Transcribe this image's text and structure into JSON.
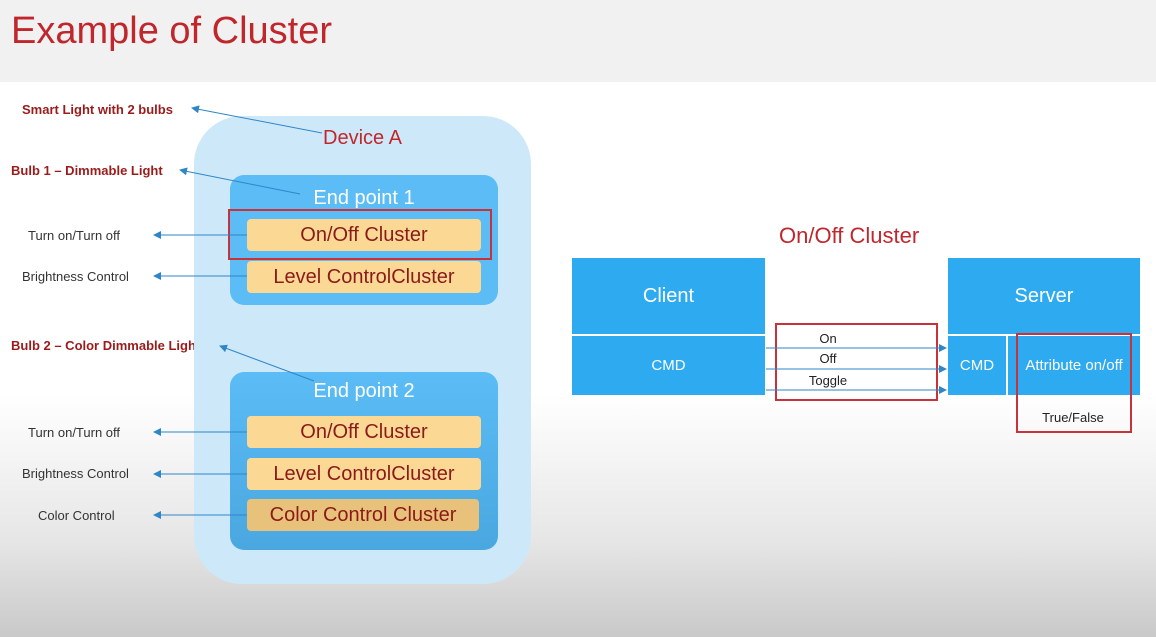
{
  "title": "Example of Cluster",
  "labels": {
    "smart_light": "Smart Light with 2 bulbs",
    "bulb1": "Bulb 1 – Dimmable Light",
    "bulb2": "Bulb 2 – Color Dimmable Light",
    "turn1": "Turn on/Turn off",
    "bright1": "Brightness Control",
    "turn2": "Turn on/Turn off",
    "bright2": "Brightness Control",
    "color": "Color Control"
  },
  "device": {
    "title": "Device A",
    "endpoint1": {
      "title": "End point 1",
      "clusters": [
        "On/Off Cluster",
        "Level ControlCluster"
      ]
    },
    "endpoint2": {
      "title": "End point 2",
      "clusters": [
        "On/Off Cluster",
        "Level ControlCluster",
        "Color Control Cluster"
      ]
    }
  },
  "onoff": {
    "title": "On/Off Cluster",
    "client": "Client",
    "client_cmd": "CMD",
    "server": "Server",
    "server_cmd": "CMD",
    "attribute": "Attribute on/off",
    "attribute_value": "True/False",
    "commands": [
      "On",
      "Off",
      "Toggle"
    ]
  },
  "colors": {
    "accent_red": "#c0272d",
    "cell_blue": "#2eaaf0",
    "endpoint_blue": "#5bbcf6",
    "cluster_yellow": "#fbd995"
  }
}
